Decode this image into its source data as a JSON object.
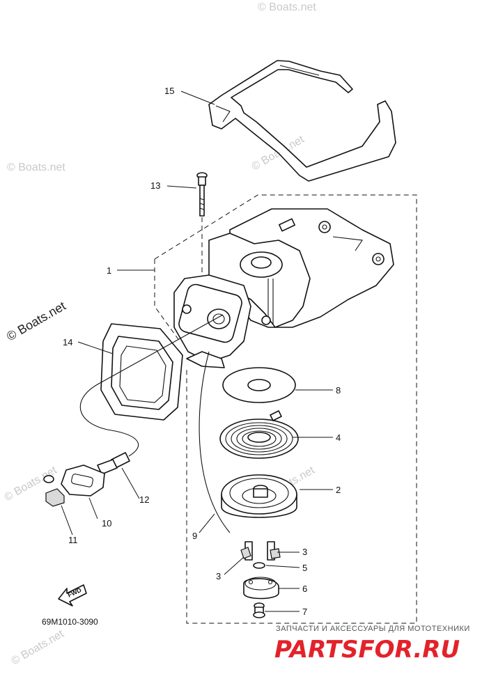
{
  "watermarks": [
    "© Boats.net",
    "© Boats.net",
    "© Boats.net",
    "© Boats.net",
    "© Boats.net",
    "© Boats.net"
  ],
  "watermark_main": "© Boats.net",
  "callouts": {
    "c1": "1",
    "c2": "2",
    "c3a": "3",
    "c3b": "3",
    "c4": "4",
    "c5": "5",
    "c6": "6",
    "c7": "7",
    "c8": "8",
    "c9": "9",
    "c10": "10",
    "c11": "11",
    "c12": "12",
    "c13": "13",
    "c14": "14",
    "c15": "15"
  },
  "fwd_label": "FWD",
  "diagram_code": "69M1010-3090",
  "banner": {
    "tagline": "ЗАПЧАСТИ И АКСЕССУАРЫ ДЛЯ МОТОТЕХНИКИ",
    "logo": "PARTSFOR.RU"
  },
  "colors": {
    "line": "#111111",
    "watermark": "#c9c9c9",
    "brand_red": "#e3222a"
  }
}
